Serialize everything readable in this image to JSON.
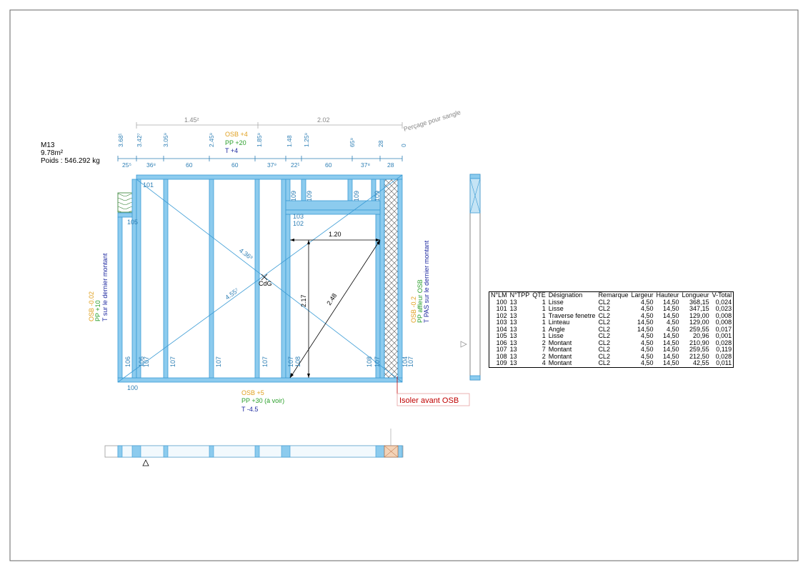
{
  "panel": {
    "id": "M13",
    "area": "9.78m²",
    "weight": "Poids : 546.292 kg"
  },
  "dims_top_overall": [
    "1.45²",
    "2.02"
  ],
  "strap_note": "Perçage pour sangle",
  "height_marks": [
    "3.68¹",
    "3.42⁷",
    "3.05⁹",
    "2.45⁹",
    "1.85⁹",
    "1.48",
    "1.25⁹",
    "65⁹",
    "28",
    "0"
  ],
  "spacings": [
    "25⁵",
    "36⁸",
    "60",
    "60",
    "37⁹",
    "22¹",
    "60",
    "37⁸",
    "28"
  ],
  "top_notes": {
    "osb": "OSB +4",
    "pp": "PP +20",
    "t": "T +4"
  },
  "left_notes": {
    "osb": "OSB -0.02",
    "pp": "PP +10",
    "t": "T sur le dernier montant"
  },
  "right_notes": {
    "osb": "OSB -0.2",
    "pp": "PP affleur OSB",
    "t": "T PAS sur le dernier montant"
  },
  "bottom_notes": {
    "osb": "OSB +5",
    "pp": "PP +30 (à voir)",
    "t": "T -4.5"
  },
  "member_labels": {
    "l101": "101",
    "l105": "105",
    "l100": "100",
    "l106": "106",
    "l106b": "106",
    "l107a": "107",
    "l107b": "107",
    "l107c": "107",
    "l107d": "107",
    "l107e": "107",
    "l108a": "108",
    "l108b": "108",
    "l107f": "107",
    "l104": "104",
    "l107g": "107",
    "l109a": "109",
    "l109b": "109",
    "l109c": "109",
    "l109d": "109",
    "l103": "103",
    "l102": "102"
  },
  "opening": {
    "width": "1.20",
    "height": "2.17",
    "diagonal": "2.48"
  },
  "diagonals": {
    "a": "4.36⁹",
    "b": "4.55⁷"
  },
  "cog_label": "CdG",
  "callout": "Isoler avant OSB",
  "colors": {
    "frame": "#8ccbee",
    "frame_stroke": "#3a9bd5",
    "dim": "#2e7fb5",
    "osb": "#e0a020",
    "pp": "#2ca02c",
    "t": "#1f2aa0",
    "callout": "#c00000",
    "insulation": "#b06030"
  },
  "table": {
    "headers": [
      "N°LM",
      "N°TPP",
      "QTE",
      "Désignation",
      "Remarque",
      "Largeur",
      "Hauteur",
      "Longueur",
      "V-Total"
    ],
    "rows": [
      [
        "100",
        "13",
        "1",
        "Lisse",
        "CL2",
        "4,50",
        "14,50",
        "368,15",
        "0,024"
      ],
      [
        "101",
        "13",
        "1",
        "Lisse",
        "CL2",
        "4,50",
        "14,50",
        "347,15",
        "0,023"
      ],
      [
        "102",
        "13",
        "1",
        "Traverse fenetre",
        "CL2",
        "4,50",
        "14,50",
        "129,00",
        "0,008"
      ],
      [
        "103",
        "13",
        "1",
        "Linteau",
        "CL2",
        "14,50",
        "4,50",
        "129,00",
        "0,008"
      ],
      [
        "104",
        "13",
        "1",
        "Angle",
        "CL2",
        "14,50",
        "4,50",
        "259,55",
        "0,017"
      ],
      [
        "105",
        "13",
        "1",
        "Lisse",
        "CL2",
        "4,50",
        "14,50",
        "20,96",
        "0,001"
      ],
      [
        "106",
        "13",
        "2",
        "Montant",
        "CL2",
        "4,50",
        "14,50",
        "210,90",
        "0,028"
      ],
      [
        "107",
        "13",
        "7",
        "Montant",
        "CL2",
        "4,50",
        "14,50",
        "259,55",
        "0,119"
      ],
      [
        "108",
        "13",
        "2",
        "Montant",
        "CL2",
        "4,50",
        "14,50",
        "212,50",
        "0,028"
      ],
      [
        "109",
        "13",
        "4",
        "Montant",
        "CL2",
        "4,50",
        "14,50",
        "42,55",
        "0,011"
      ]
    ]
  }
}
